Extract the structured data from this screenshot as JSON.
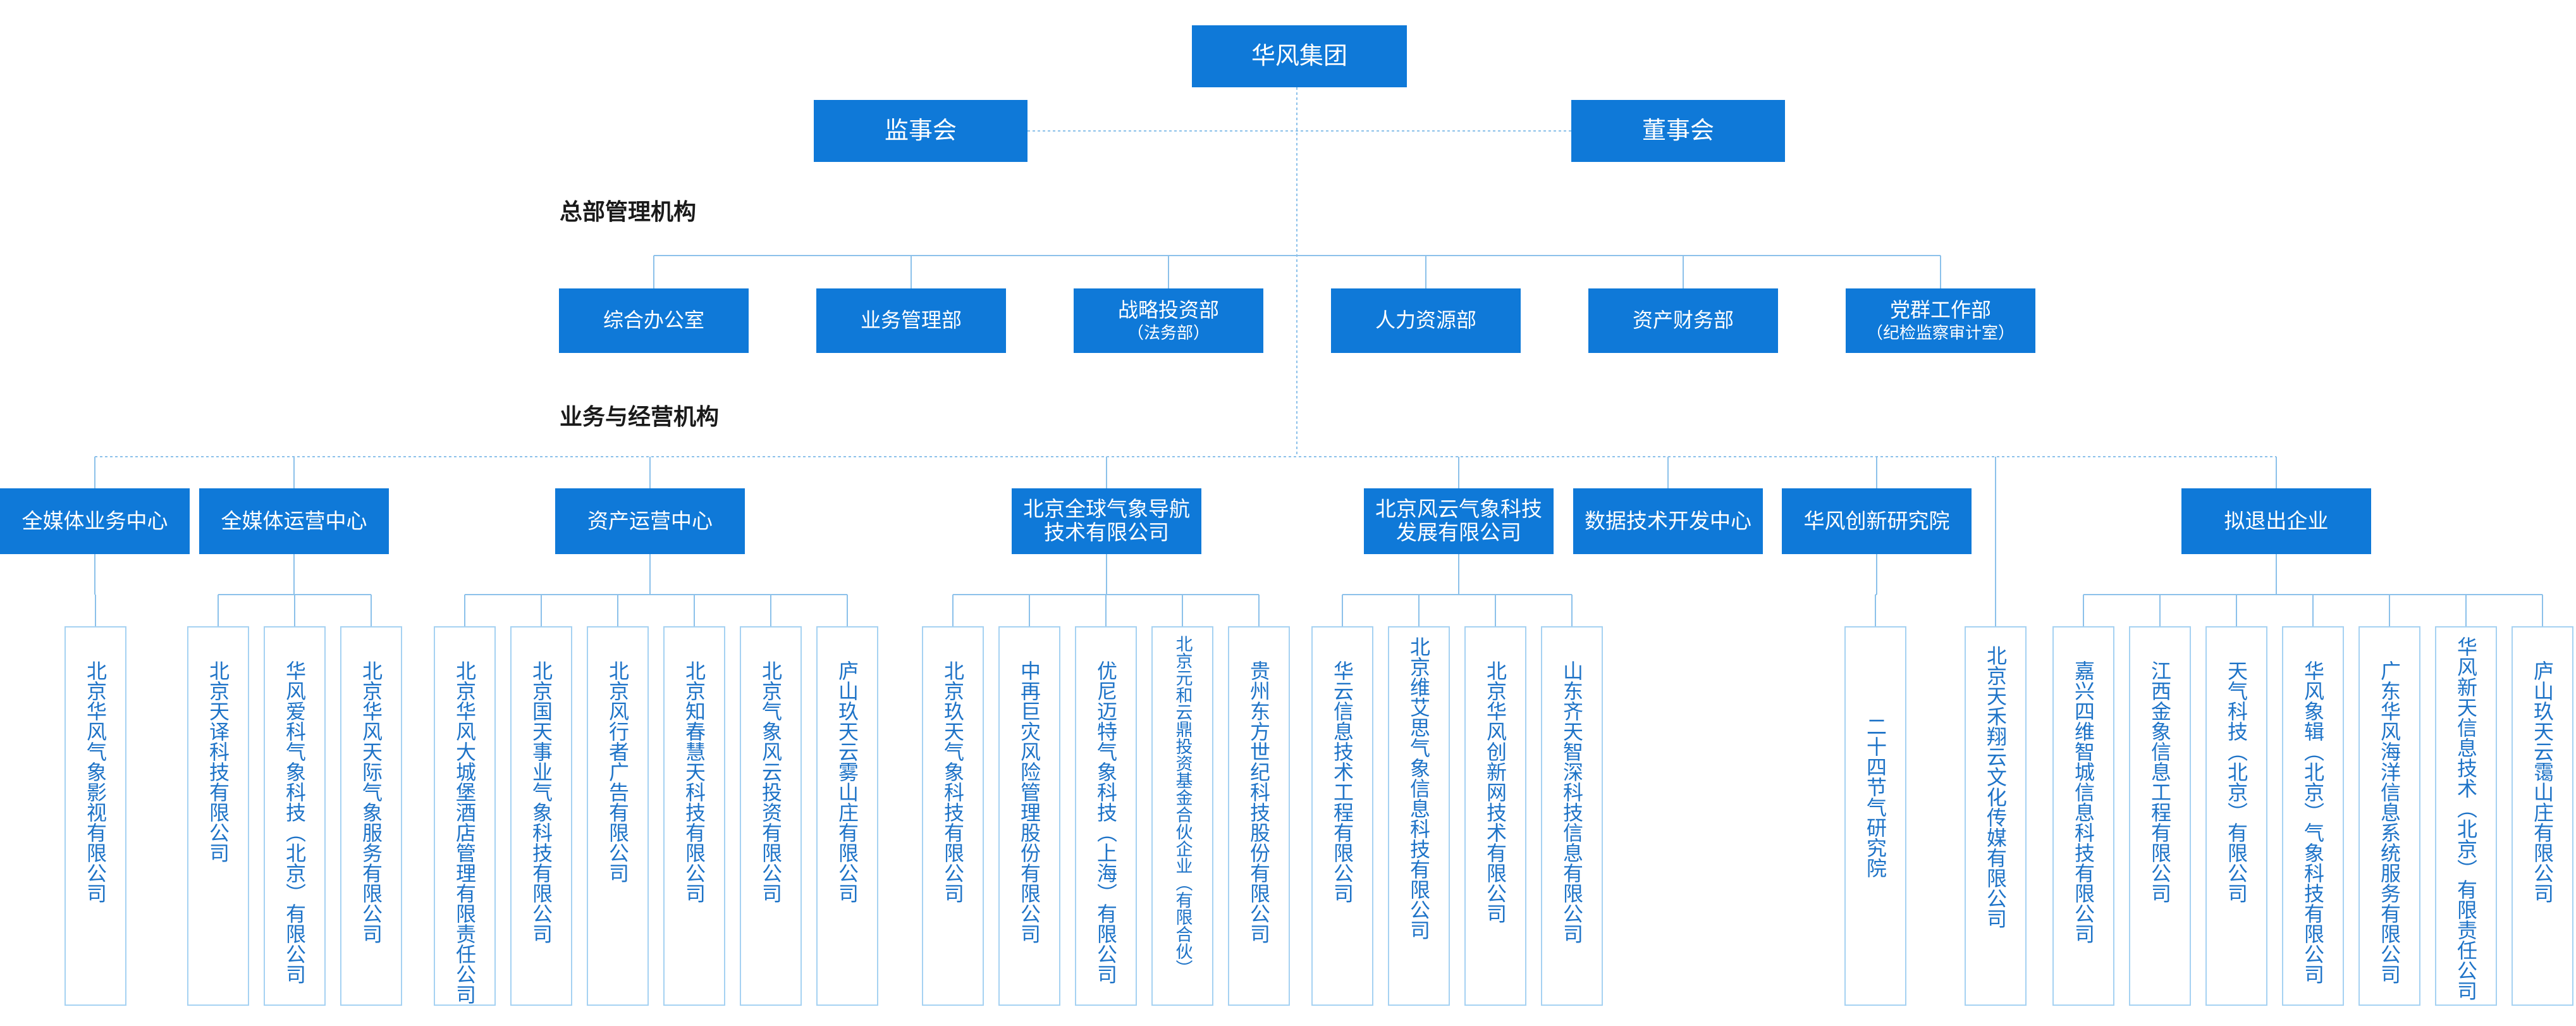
{
  "org": {
    "root": "华风集团",
    "supervisory_board": "监事会",
    "board_of_directors": "董事会"
  },
  "sections": {
    "headquarters": "总部管理机构",
    "business": "业务与经营机构"
  },
  "hq_departments": [
    {
      "label": "综合办公室"
    },
    {
      "label": "业务管理部"
    },
    {
      "label": "战略投资部",
      "sub": "（法务部）"
    },
    {
      "label": "人力资源部"
    },
    {
      "label": "资产财务部"
    },
    {
      "label": "党群工作部",
      "sub": "（纪检监察审计室）"
    }
  ],
  "business_units": [
    {
      "label": "全媒体业务中心",
      "subsidiaries": [
        "北京华风气象影视有限公司"
      ]
    },
    {
      "label": "全媒体运营中心",
      "subsidiaries": [
        "北京天译科技有限公司",
        "华风爱科气象科技（北京）有限公司",
        "北京华风天际气象服务有限公司"
      ]
    },
    {
      "label": "资产运营中心",
      "subsidiaries": [
        "北京华风大城堡酒店管理有限责任公司",
        "北京国天事业气象科技有限公司",
        "北京风行者广告有限公司",
        "北京知春慧天科技有限公司",
        "北京气象风云投资有限公司",
        "庐山玖天云雾山庄有限公司"
      ]
    },
    {
      "label": "北京全球气象导航",
      "label2": "技术有限公司",
      "subsidiaries": [
        "北京玖天气象科技有限公司",
        "中再巨灾风险管理股份有限公司",
        "优尼迈特气象科技（上海）有限公司",
        "北京元和云鼎投资基金合伙企业（有限合伙）",
        "贵州东方世纪科技股份有限公司"
      ]
    },
    {
      "label": "北京风云气象科技",
      "label2": "发展有限公司",
      "subsidiaries": [
        "华云信息技术工程有限公司",
        "北京维艾思气象信息科技有限公司",
        "北京华风创新网技术有限公司",
        "山东齐天智深科技信息有限公司"
      ]
    },
    {
      "label": "数据技术开发中心",
      "subsidiaries": []
    },
    {
      "label": "华风创新研究院",
      "subsidiaries": [
        "二十四节气研究院"
      ]
    },
    {
      "label": "拟退出企业",
      "subsidiaries": [
        "嘉兴四维智城信息科技有限公司",
        "江西金象信息工程有限公司",
        "天气科技（北京）有限公司",
        "华风象辑（北京）气象科技有限公司",
        "广东华风海洋信息系统服务有限公司",
        "华风新天信息技术（北京）有限责任公司",
        "庐山玖天云霭山庄有限公司"
      ]
    }
  ],
  "direct_subsidiary": "北京天禾翔云文化传媒有限公司",
  "colors": {
    "box_fill": "#0f79d8",
    "connector": "#8cc1ea",
    "sub_border": "#a6d2f2",
    "sub_text": "#1e73c7"
  }
}
